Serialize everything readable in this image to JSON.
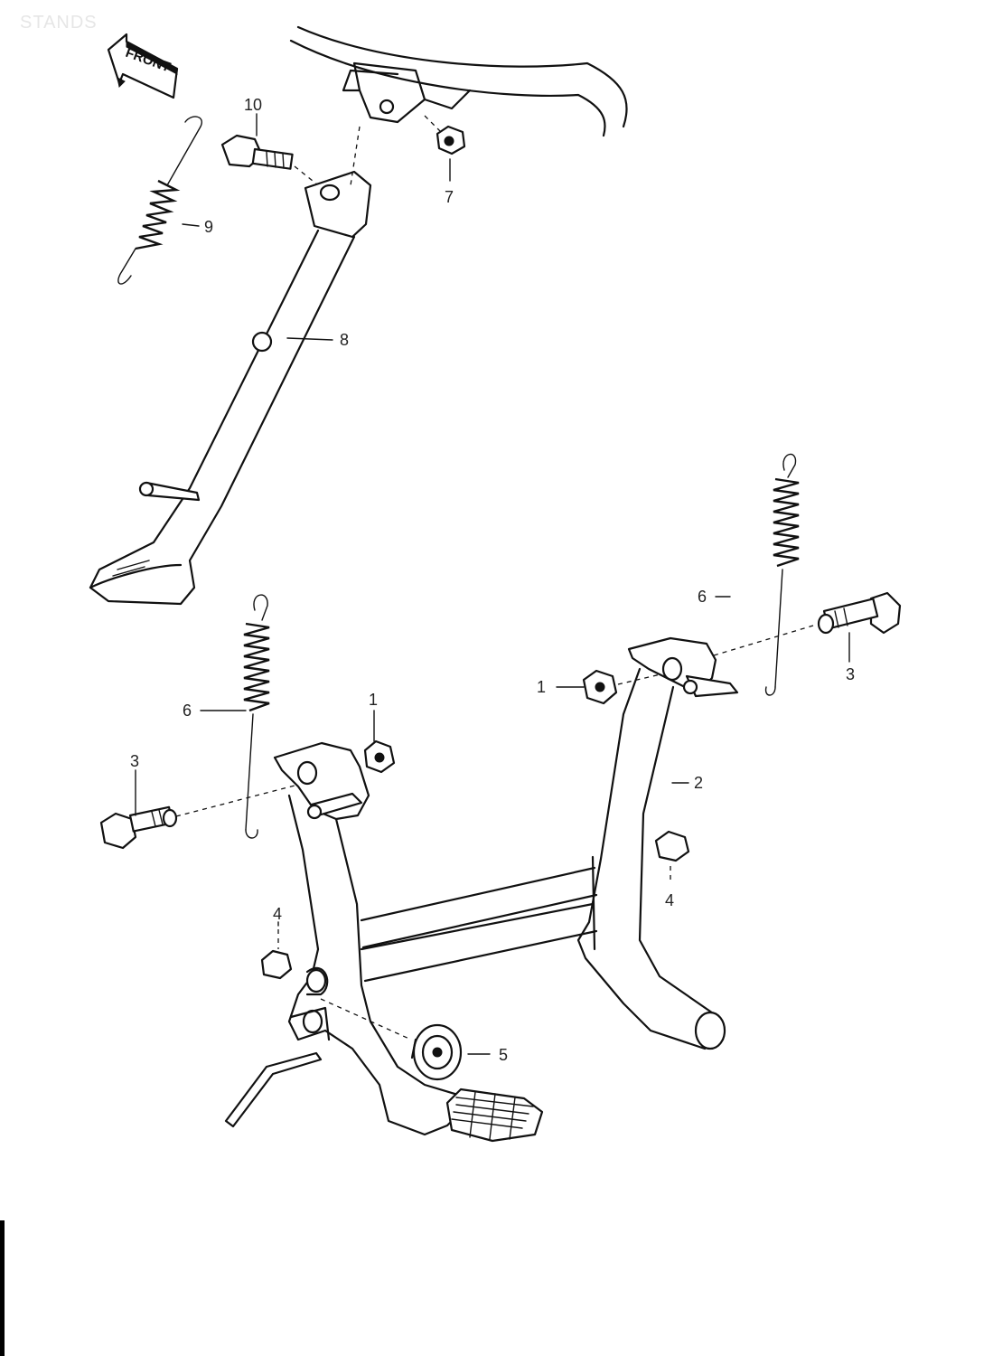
{
  "title": "STANDS",
  "direction_label": "FRONT",
  "callouts": [
    {
      "id": "c10",
      "text": "10"
    },
    {
      "id": "c9",
      "text": "9"
    },
    {
      "id": "c7",
      "text": "7"
    },
    {
      "id": "c8",
      "text": "8"
    },
    {
      "id": "c6r",
      "text": "6"
    },
    {
      "id": "c3r",
      "text": "3"
    },
    {
      "id": "c1r",
      "text": "1"
    },
    {
      "id": "c2",
      "text": "2"
    },
    {
      "id": "c4r",
      "text": "4"
    },
    {
      "id": "c1l",
      "text": "1"
    },
    {
      "id": "c6l",
      "text": "6"
    },
    {
      "id": "c3l",
      "text": "3"
    },
    {
      "id": "c4l",
      "text": "4"
    },
    {
      "id": "c5",
      "text": "5"
    }
  ]
}
